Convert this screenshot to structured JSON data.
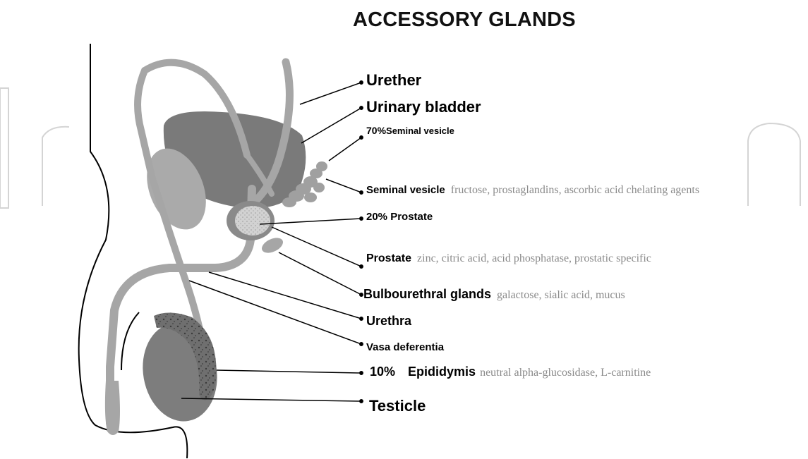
{
  "title": "ACCESSORY GLANDS",
  "colors": {
    "tissue_light": "#a8a8a8",
    "tissue_dark": "#7a7a7a",
    "leader_line": "#000000",
    "description_text": "#8a8a8a",
    "watermark": "#d4d4d4"
  },
  "labels": [
    {
      "id": "urether",
      "name": "Urether",
      "description": ""
    },
    {
      "id": "urinary-bladder",
      "name": "Urinary bladder",
      "description": ""
    },
    {
      "id": "seminal-vesicle-pct",
      "percent": "70%",
      "name": "Seminal vesicle",
      "description": ""
    },
    {
      "id": "seminal-vesicle",
      "name": "Seminal vesicle",
      "description": "fructose, prostaglandins, ascorbic acid chelating agents"
    },
    {
      "id": "prostate-pct",
      "percent": "20%",
      "name": "Prostate",
      "description": ""
    },
    {
      "id": "prostate",
      "name": "Prostate",
      "description": "zinc, citric acid, acid phosphatase, prostatic specific"
    },
    {
      "id": "bulbourethral-glands",
      "name": "Bulbourethral glands",
      "description": "galactose, sialic acid, mucus"
    },
    {
      "id": "urethra",
      "name": "Urethra",
      "description": ""
    },
    {
      "id": "vasa-deferentia",
      "name": "Vasa deferentia",
      "description": ""
    },
    {
      "id": "epididymis",
      "percent": "10%",
      "name": "Epididymis",
      "description": "neutral alpha-glucosidase, L-carnitine"
    },
    {
      "id": "testicle",
      "name": "Testicle",
      "description": ""
    }
  ]
}
